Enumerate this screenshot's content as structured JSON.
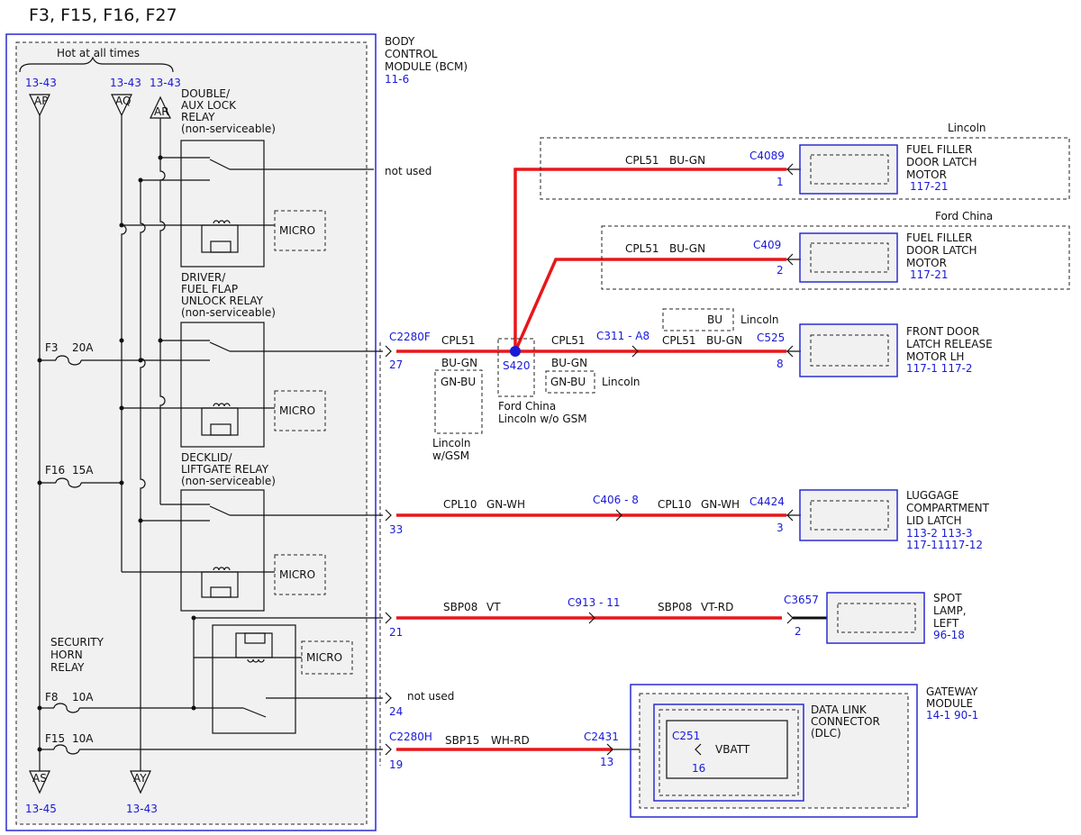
{
  "page_title": "F3, F15, F16, F27",
  "bcm": {
    "title_lines": [
      "BODY",
      "CONTROL",
      "MODULE (BCM)"
    ],
    "ref": "11-6",
    "hot_label": "Hot at all times"
  },
  "splices": [
    {
      "id": "AP",
      "ref": "13-43"
    },
    {
      "id": "AQ",
      "ref": "13-43"
    },
    {
      "id": "AR",
      "ref": "13-43"
    },
    {
      "id": "AS",
      "ref": "13-45"
    },
    {
      "id": "AY",
      "ref": "13-43"
    }
  ],
  "fuses": [
    {
      "id": "F3",
      "rating": "20A"
    },
    {
      "id": "F16",
      "rating": "15A"
    },
    {
      "id": "F8",
      "rating": "10A"
    },
    {
      "id": "F15",
      "rating": "10A"
    }
  ],
  "relays": {
    "double_aux": [
      "DOUBLE/",
      "AUX LOCK",
      "RELAY",
      "(non-serviceable)"
    ],
    "driver_fuel": [
      "DRIVER/",
      "FUEL FLAP",
      "UNLOCK RELAY",
      "(non-serviceable)"
    ],
    "decklid": [
      "DECKLID/",
      "LIFTGATE RELAY",
      "(non-serviceable)"
    ],
    "security_horn": [
      "SECURITY",
      "HORN",
      "RELAY"
    ],
    "micro_label": "MICRO",
    "not_used": "not used"
  },
  "pins": {
    "c2280f": "C2280F",
    "c2280h": "C2280H",
    "p27": "27",
    "p33": "33",
    "p21": "21",
    "p24": "24",
    "p19": "19"
  },
  "splice_s420": {
    "id": "S420",
    "note_lines": [
      "Ford China",
      "Lincoln w/o GSM"
    ]
  },
  "wires": {
    "cpl51": "CPL51",
    "bu_gn": "BU-GN",
    "gn_bu": "GN-BU",
    "bu": "BU",
    "cpl10": "CPL10",
    "gn_wh": "GN-WH",
    "sbp08": "SBP08",
    "vt": "VT",
    "vt_rd": "VT-RD",
    "sbp15": "SBP15",
    "wh_rd": "WH-RD"
  },
  "options": {
    "lincoln": "Lincoln",
    "ford_china": "Ford China",
    "lincoln_gsm_lines": [
      "Lincoln",
      "w/GSM"
    ]
  },
  "connectors": {
    "c311": "C311 - A8",
    "c406": "C406 - 8",
    "c913": "C913 - 11",
    "c2431": "C2431",
    "c2431_pin": "13"
  },
  "components": [
    {
      "key": "fuel_lincoln",
      "connector": "C4089",
      "pin": "1",
      "name_lines": [
        "FUEL FILLER",
        "DOOR LATCH",
        "MOTOR"
      ],
      "refs": [
        "117-21"
      ]
    },
    {
      "key": "fuel_china",
      "connector": "C409",
      "pin": "2",
      "name_lines": [
        "FUEL FILLER",
        "DOOR LATCH",
        "MOTOR"
      ],
      "refs": [
        "117-21"
      ]
    },
    {
      "key": "front_door",
      "connector": "C525",
      "pin": "8",
      "name_lines": [
        "FRONT DOOR",
        "LATCH RELEASE",
        "MOTOR LH"
      ],
      "refs": [
        "117-1 117-2"
      ]
    },
    {
      "key": "luggage",
      "connector": "C4424",
      "pin": "3",
      "name_lines": [
        "LUGGAGE",
        "COMPARTMENT",
        "LID LATCH"
      ],
      "refs": [
        "113-2 113-3",
        "117-11117-12"
      ]
    },
    {
      "key": "spot_lamp",
      "connector": "C3657",
      "pin": "2",
      "name_lines": [
        "SPOT",
        "LAMP,",
        "LEFT"
      ],
      "refs": [
        "96-18"
      ]
    }
  ],
  "gateway": {
    "name_lines": [
      "GATEWAY",
      "MODULE"
    ],
    "refs": "14-1  90-1",
    "dlc_lines": [
      "DATA LINK",
      "CONNECTOR",
      "(DLC)"
    ],
    "c251": "C251",
    "pin": "16",
    "vbatt": "VBATT"
  },
  "colors": {
    "wire_red": "#e8161b",
    "ref_blue": "#1a1ad6",
    "frame_blue": "#2a2ad0"
  }
}
